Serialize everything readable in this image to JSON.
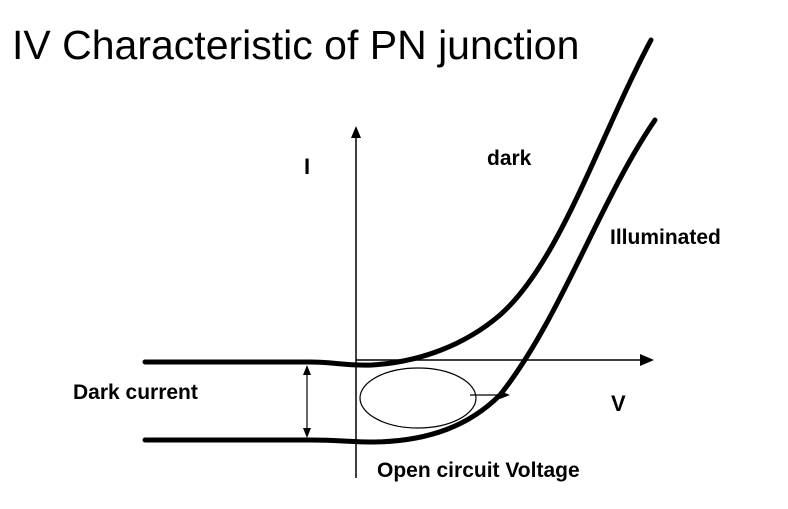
{
  "title": "IV Characteristic of PN junction",
  "labels": {
    "current_axis": "I",
    "voltage_axis": "V",
    "dark_curve": "dark",
    "illuminated_curve": "Illuminated",
    "dark_current": "Dark current",
    "open_circuit_voltage": "Open circuit Voltage"
  },
  "colors": {
    "background": "#ffffff",
    "ink": "#000000"
  }
}
